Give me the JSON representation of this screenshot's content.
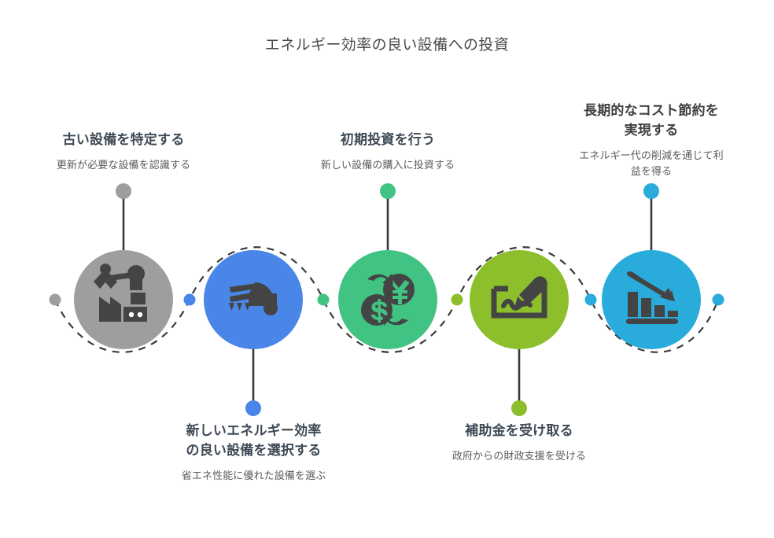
{
  "title": "エネルギー効率の良い設備への投資",
  "palette": {
    "step1": "#9e9e9e",
    "step2": "#4a86e8",
    "step3": "#41c483",
    "step4": "#8cbf2b",
    "step5": "#29abdb",
    "icon_fill": "#444444",
    "curve": "#3a3a3a",
    "stem": "#3a3a3a",
    "heading": "#3f4a56",
    "description": "#5a5a5a",
    "title_color": "#4a4a4a",
    "background": "#ffffff"
  },
  "endpoints": {
    "left_dot_color": "#9e9e9e",
    "right_dot_color": "#29abdb"
  },
  "connectors": [
    {
      "name": "connector-dot-1",
      "color": "#9e9e9e"
    },
    {
      "name": "connector-dot-2",
      "color": "#4a86e8"
    },
    {
      "name": "connector-dot-3",
      "color": "#41c483"
    },
    {
      "name": "connector-dot-4",
      "color": "#8cbf2b"
    },
    {
      "name": "connector-dot-5",
      "color": "#29abdb"
    },
    {
      "name": "connector-dot-6",
      "color": "#29abdb"
    }
  ],
  "steps": [
    {
      "index": 1,
      "heading": "古い設備を特定する",
      "description": "更新が必要な設備を認識する",
      "color": "#9e9e9e",
      "icon": "factory-robot-arm-icon",
      "position": "above"
    },
    {
      "index": 2,
      "heading_lines": [
        "新しいエネルギー効率",
        "の良い設備を選択する"
      ],
      "heading": "新しいエネルギー効率の良い設備を選択する",
      "description": "省エネ性能に優れた設備を選ぶ",
      "color": "#4a86e8",
      "icon": "lawn-mower-equipment-icon",
      "position": "below"
    },
    {
      "index": 3,
      "heading": "初期投資を行う",
      "description": "新しい設備の購入に投資する",
      "color": "#41c483",
      "icon": "currency-exchange-icon",
      "position": "above"
    },
    {
      "index": 4,
      "heading": "補助金を受け取る",
      "description": "政府からの財政支援を受ける",
      "color": "#8cbf2b",
      "icon": "signature-pen-icon",
      "position": "below"
    },
    {
      "index": 5,
      "heading_lines": [
        "長期的なコスト節約を",
        "実現する"
      ],
      "heading": "長期的なコスト節約を実現する",
      "description_lines": [
        "エネルギー代の削減を通じて利",
        "益を得る"
      ],
      "description": "エネルギー代の削減を通じて利益を得る",
      "color": "#29abdb",
      "icon": "declining-bar-chart-icon",
      "position": "above"
    }
  ]
}
